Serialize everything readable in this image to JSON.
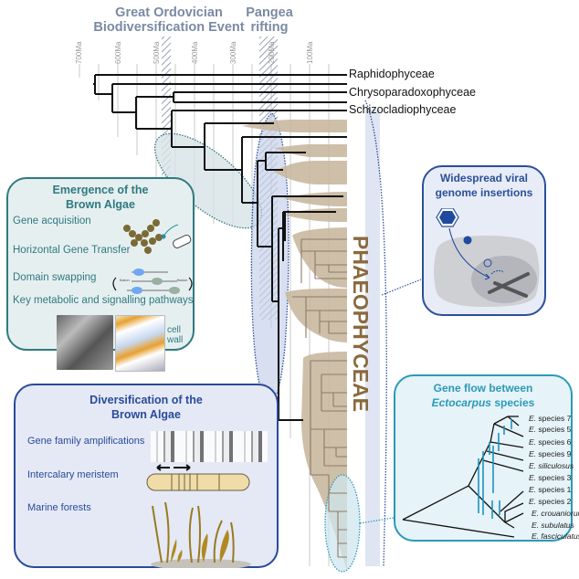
{
  "events": {
    "ordovician": "Great Ordovician\nBiodiversification Event",
    "ordovician_line1": "Great Ordovician",
    "ordovician_line2": "Biodiversification Event",
    "pangea_line1": "Pangea",
    "pangea_line2": "rifting"
  },
  "time_axis": {
    "ticks": [
      "700Ma",
      "600Ma",
      "500Ma",
      "400Ma",
      "300Ma",
      "200Ma",
      "100Ma"
    ]
  },
  "taxa": {
    "raphido": "Raphidophyceae",
    "chryso": "Chrysoparadoxophyceae",
    "schizo": "Schizocladiophyceae",
    "phaeo": "PHAEOPHYCEAE"
  },
  "emergence_panel": {
    "title_line1": "Emergence of the",
    "title_line2": "Brown Algae",
    "items": [
      "Gene acquisition",
      "Horizontal Gene Transfer",
      "Domain swapping",
      "Key metabolic and signalling pathways"
    ],
    "fusion_label": "fusion",
    "fission_label": "fission",
    "cell_wall_label_1": "cell",
    "cell_wall_label_2": "wall"
  },
  "viral_panel": {
    "title_line1": "Widespread viral",
    "title_line2": "genome insertions"
  },
  "diversification_panel": {
    "title_line1": "Diversification of the",
    "title_line2": "Brown Algae",
    "items": [
      "Gene family amplifications",
      "Intercalary meristem",
      "Marine forests"
    ]
  },
  "geneflow_panel": {
    "title_line1": "Gene flow between",
    "title_genus": "Ectocarpus",
    "title_rest": " species",
    "species": [
      {
        "genus": "E.",
        "name": " species 7",
        "italic": false
      },
      {
        "genus": "E.",
        "name": " species 5",
        "italic": false
      },
      {
        "genus": "E.",
        "name": " species 6",
        "italic": false
      },
      {
        "genus": "E.",
        "name": " species 9",
        "italic": false
      },
      {
        "genus": "E.",
        "name": " siliculosus",
        "italic": true
      },
      {
        "genus": "E.",
        "name": " species 3",
        "italic": false
      },
      {
        "genus": "E.",
        "name": " species 1",
        "italic": false
      },
      {
        "genus": "E.",
        "name": " species 2",
        "italic": false
      },
      {
        "genus": "E.",
        "name": " crouaniorum",
        "italic": true
      },
      {
        "genus": "E.",
        "name": " subulatus",
        "italic": true
      },
      {
        "genus": "E.",
        "name": " fasciculatus",
        "italic": true
      }
    ]
  },
  "colors": {
    "event_text": "#7b8aa3",
    "phaeo_brown": "#8a6a3e",
    "clade_fill": "#c9b8a0",
    "emergence_border": "#2f7a80",
    "emergence_bg": "#e6eff0",
    "viral_border": "#2c4f9a",
    "viral_bg": "#e7ecf6",
    "divers_border": "#2a4a9a",
    "divers_bg": "#e4e9f5",
    "geneflow_border": "#2a9ab8",
    "geneflow_bg": "#e6f3f8",
    "arrow_blue": "#1d93c0"
  }
}
